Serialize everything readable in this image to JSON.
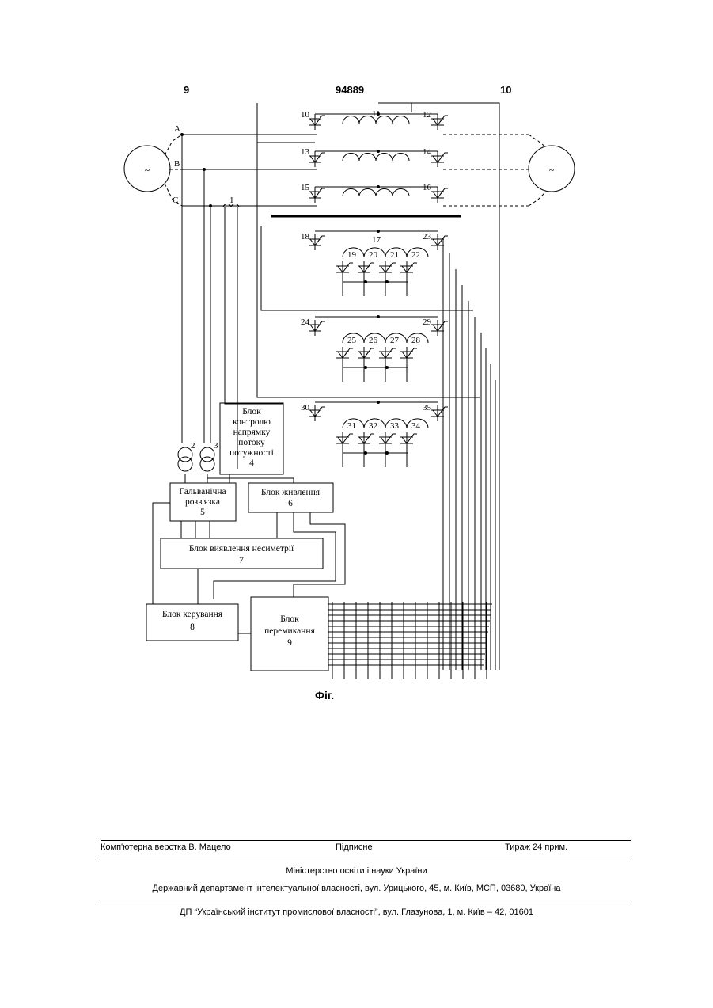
{
  "header": {
    "left": "9",
    "center": "94889",
    "right": "10"
  },
  "figure": {
    "caption": "Фіг.",
    "phases": [
      "A",
      "B",
      "C"
    ],
    "sources": [
      "~",
      "~"
    ],
    "element_numbers": [
      "1",
      "2",
      "3",
      "10",
      "11",
      "12",
      "13",
      "14",
      "15",
      "16",
      "17",
      "18",
      "19",
      "20",
      "21",
      "22",
      "23",
      "24",
      "25",
      "26",
      "27",
      "28",
      "29",
      "30",
      "31",
      "32",
      "33",
      "34",
      "35"
    ],
    "blocks": {
      "b4": [
        "Блок",
        "контролю",
        "напрямку",
        "потоку",
        "потужності",
        "4"
      ],
      "b5": [
        "Гальванічна",
        "розв'язка",
        "5"
      ],
      "b6": [
        "Блок живлення",
        "6"
      ],
      "b7": [
        "Блок виявлення несиметрії",
        "7"
      ],
      "b8": [
        "Блок керування",
        "8"
      ],
      "b9": [
        "Блок",
        "перемикання",
        "9"
      ]
    }
  },
  "footer": {
    "layout": "Комп'ютерна верстка В. Мацело",
    "signed": "Підписне",
    "circulation": "Тираж 24 прим.",
    "ministry": "Міністерство освіти і науки України",
    "department": "Державний департамент інтелектуальної власності, вул. Урицького, 45, м. Київ, МСП, 03680, Україна",
    "institute": "ДП “Український інститут промислової власності”, вул. Глазунова, 1, м. Київ – 42, 01601"
  }
}
